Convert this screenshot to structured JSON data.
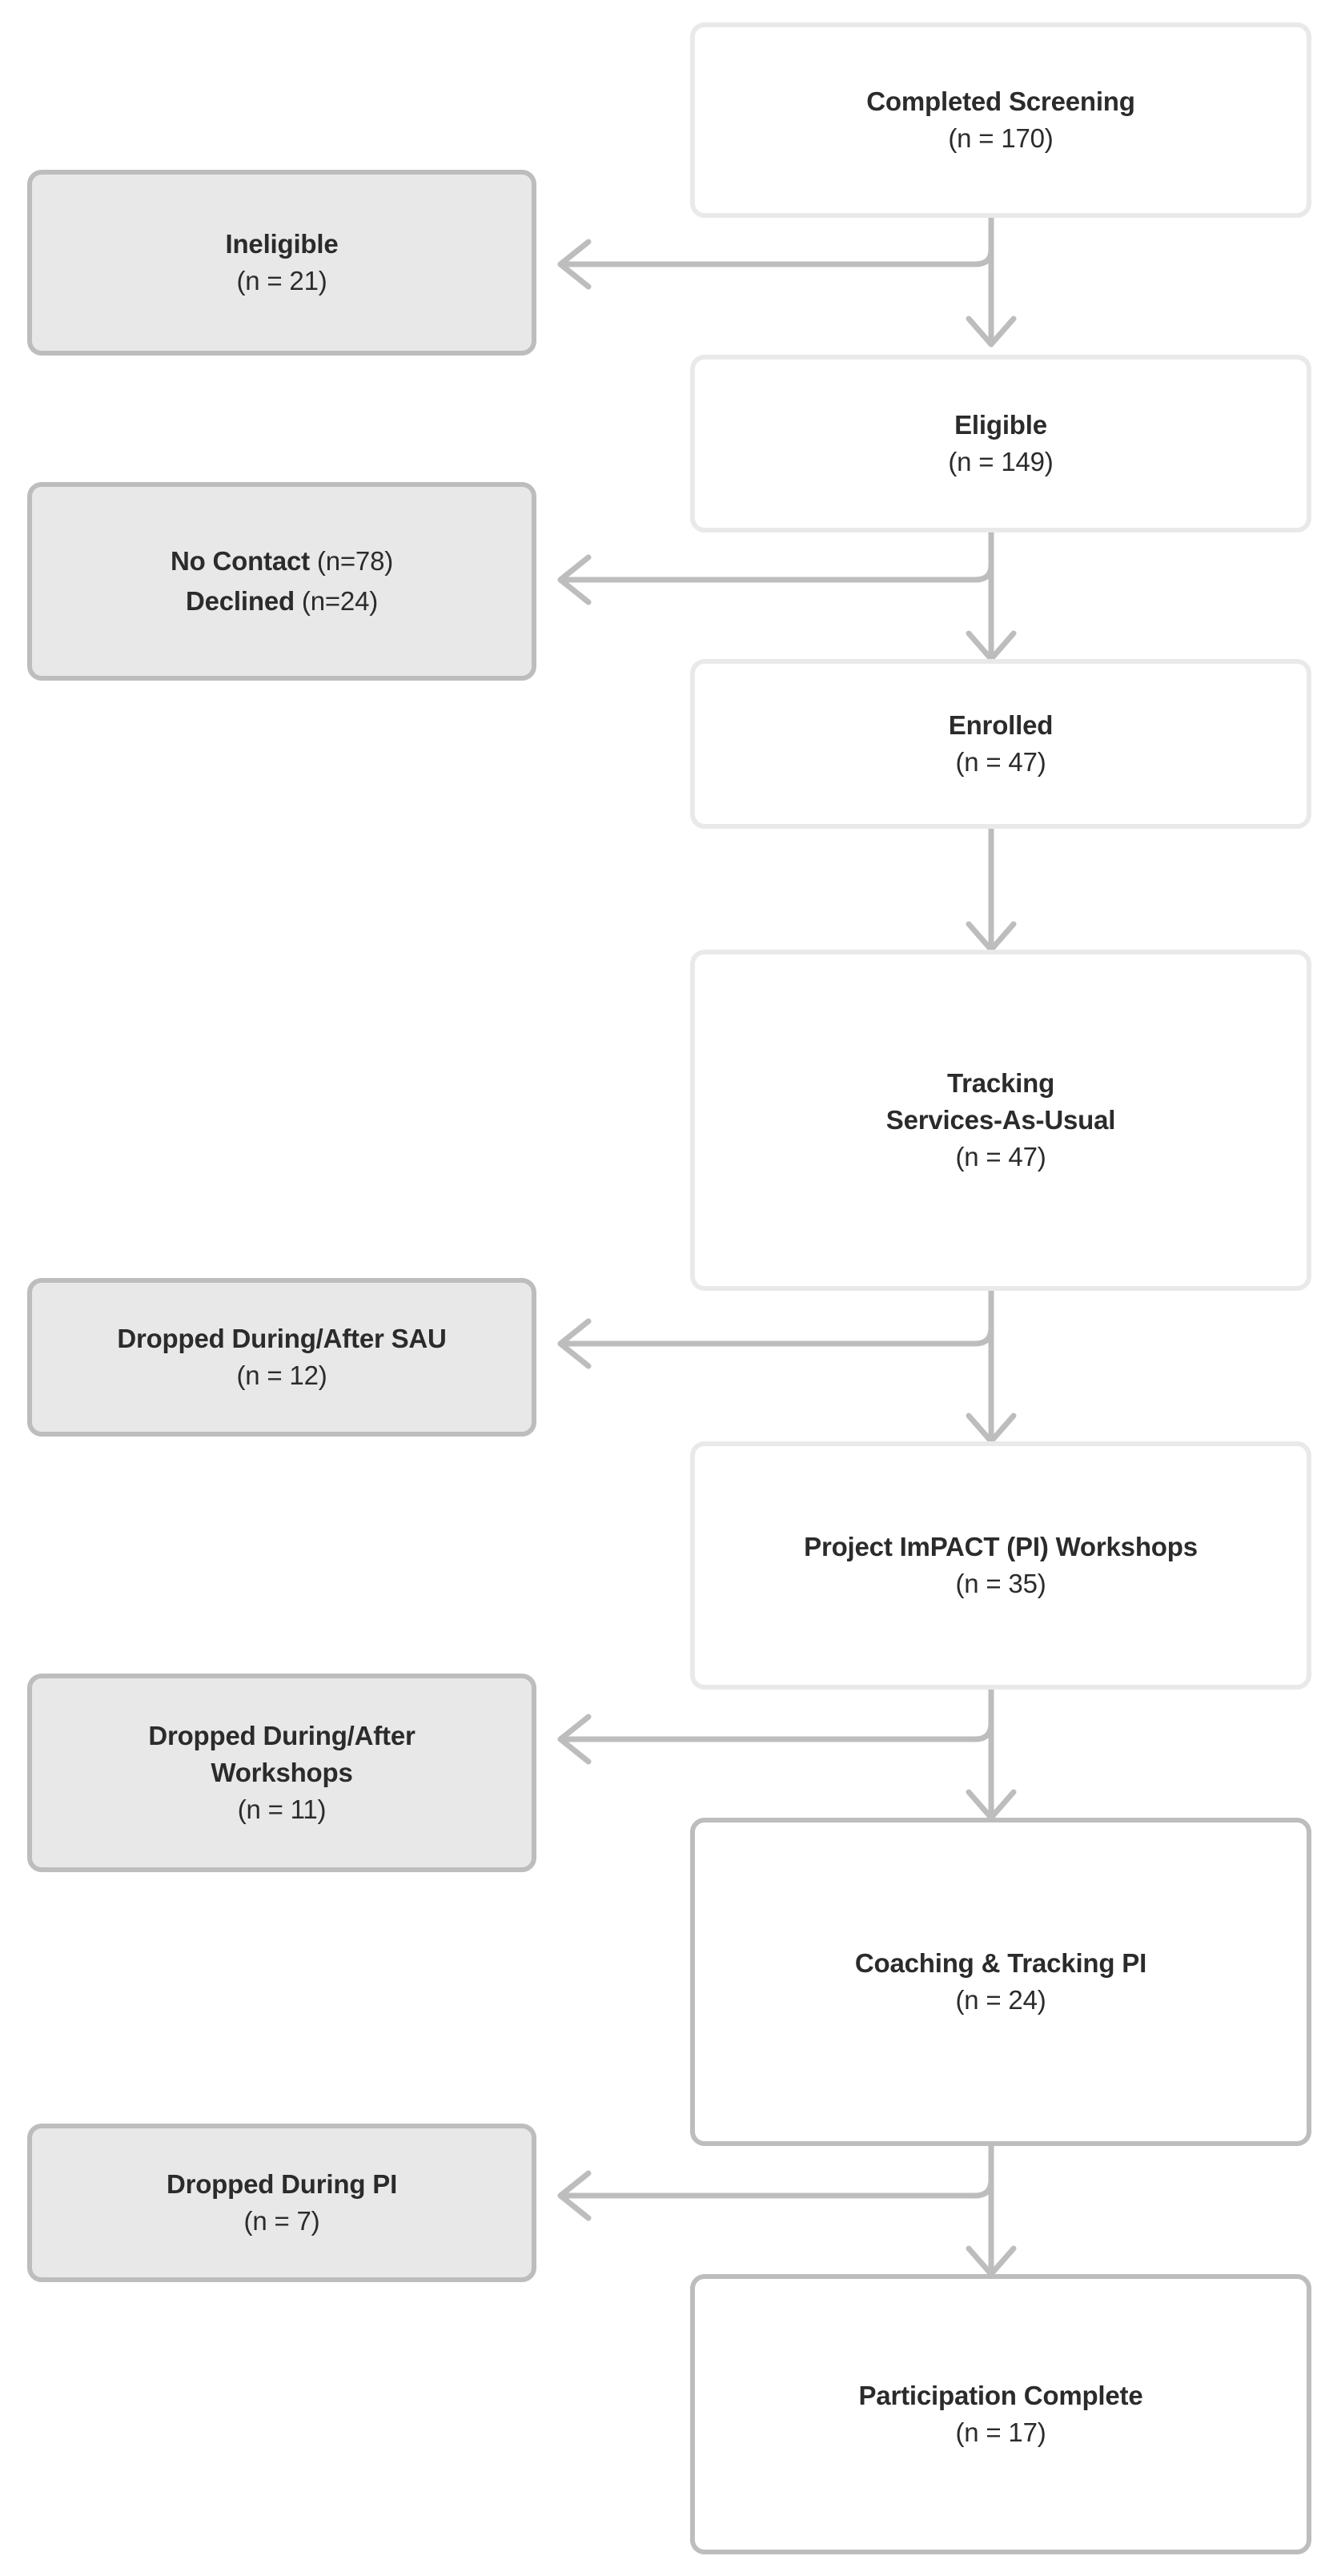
{
  "diagram": {
    "type": "participant-flow-chart",
    "title": "",
    "colors": {
      "box_fill_main": "#ffffff",
      "box_border_main": "#e9e9e9",
      "box_border_main_strong": "#bdbdbd",
      "box_fill_side": "#e8e8e8",
      "box_border_side": "#bdbdbd",
      "connector": "#bdbdbd",
      "text": "#2b2b2b",
      "background": "#ffffff"
    },
    "main_nodes": [
      {
        "id": "completed-screening",
        "title": "Completed Screening",
        "count": "(n = 170)",
        "n": 170
      },
      {
        "id": "eligible",
        "title": "Eligible",
        "count": "(n = 149)",
        "n": 149
      },
      {
        "id": "enrolled",
        "title": "Enrolled",
        "count": "(n = 47)",
        "n": 47
      },
      {
        "id": "tracking-sau",
        "title": "Tracking",
        "title2": "Services-As-Usual",
        "count": "(n = 47)",
        "n": 47
      },
      {
        "id": "workshops",
        "title": "Project ImPACT (PI) Workshops",
        "count": "(n = 35)",
        "n": 35
      },
      {
        "id": "coaching-tracking-pi",
        "title": "Coaching & Tracking PI",
        "count": "(n = 24)",
        "n": 24
      },
      {
        "id": "participation-complete",
        "title": "Participation Complete",
        "count": "(n = 17)",
        "n": 17
      }
    ],
    "side_nodes": [
      {
        "id": "ineligible",
        "title": "Ineligible",
        "count": "(n = 21)",
        "n": 21
      },
      {
        "id": "no-contact-declined",
        "line1_bold": "No Contact",
        "line1_rest": " (n=78)",
        "line2_bold": "Declined",
        "line2_rest": " (n=24)",
        "no_contact_n": 78,
        "declined_n": 24
      },
      {
        "id": "dropped-after-sau",
        "title": "Dropped During/After SAU",
        "count": "(n = 12)",
        "n": 12
      },
      {
        "id": "dropped-after-workshops",
        "title": "Dropped During/After",
        "title2": "Workshops",
        "count": "(n = 11)",
        "n": 11
      },
      {
        "id": "dropped-during-pi",
        "title": "Dropped During PI",
        "count": "(n = 7)",
        "n": 7
      }
    ]
  }
}
